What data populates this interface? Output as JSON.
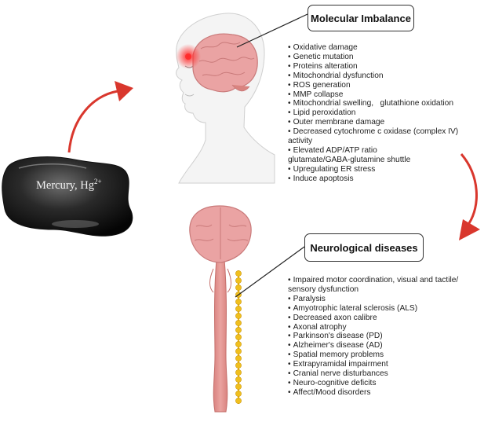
{
  "mercury": {
    "label": "Mercury, Hg",
    "charge": "2+"
  },
  "molecular": {
    "title": "Molecular Imbalance",
    "items": [
      "Oxidative damage",
      "Genetic mutation",
      "Proteins alteration",
      "Mitochondrial dysfunction",
      "ROS generation",
      "MMP collapse",
      "Mitochondrial swelling,   glutathione oxidation",
      "Lipid peroxidation",
      "Outer membrane damage",
      "Decreased cytochrome c oxidase (complex IV)",
      "activity",
      "Elevated ADP/ATP ratio",
      "glutamate/GABA-glutamine shuttle",
      "Upregulating ER stress",
      "Induce apoptosis"
    ]
  },
  "neuro": {
    "title": "Neurological diseases",
    "items": [
      "Impaired motor coordination, visual and tactile/",
      "sensory dysfunction",
      "Paralysis",
      "Amyotrophic lateral sclerosis (ALS)",
      "Decreased axon calibre",
      "Axonal atrophy",
      "Parkinson's disease (PD)",
      "Alzheimer's disease (AD)",
      "Spatial memory problems",
      "Extrapyramidal impairment",
      "Cranial nerve disturbances",
      "Neuro-cognitive deficits",
      "Affect/Mood disorders"
    ]
  },
  "colors": {
    "arrow": "#d9372d",
    "brain": "#e8a1a1",
    "skin": "#f4f4f4",
    "mercury": "#2a2a2a",
    "nerve": "#e8b51c"
  },
  "icons": [
    "mercury-blob",
    "head-silhouette",
    "brain",
    "spinal-cord",
    "nerve-fiber",
    "curved-arrow"
  ]
}
